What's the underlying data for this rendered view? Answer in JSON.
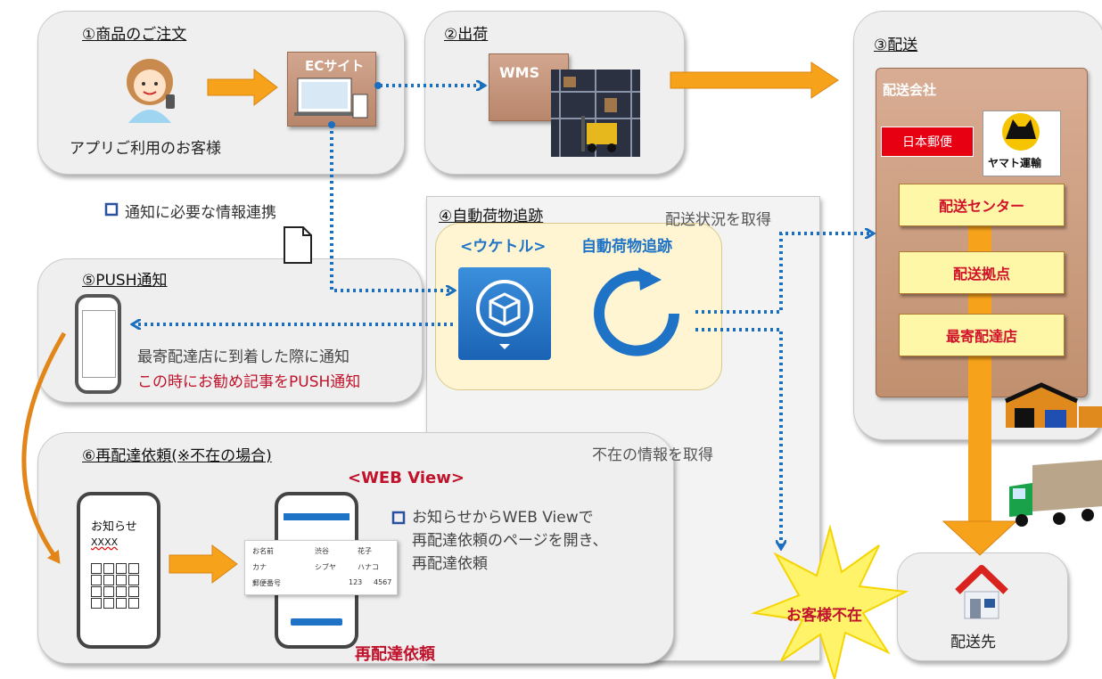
{
  "panels": {
    "order": {
      "title": "①商品のご注文",
      "customer_label": "アプリご利用のお客様",
      "ec_label": "ECサイト"
    },
    "ship": {
      "title": "②出荷",
      "wms_label": "WMS"
    },
    "delivery": {
      "title": "③配送",
      "company_label": "配送会社",
      "japanpost_logo": "日本郵便",
      "yamato_logo": "ヤマト運輸",
      "center": "配送センター",
      "hub": "配送拠点",
      "nearest": "最寄配達店"
    },
    "tracking": {
      "title": "④自動荷物追跡",
      "app_label": "<ウケトル>",
      "tracking_label": "自動荷物追跡"
    },
    "push": {
      "title": "⑤PUSH通知",
      "line1": "最寄配達店に到着した際に通知",
      "line2": "この時にお勧め記事をPUSH通知"
    },
    "redeliver": {
      "title": "⑥再配達依頼(※不在の場合)",
      "webview_label": "<WEB View>",
      "bullet_text": "お知らせからWEB Viewで\n再配達依頼のページを開き、\n再配達依頼",
      "phone_header": "お知らせ",
      "phone_item": "XXXX",
      "redeliver_caption": "再配達依頼"
    }
  },
  "notes": {
    "info_link": "通知に必要な情報連携",
    "get_status": "配送状況を取得",
    "get_absent": "不在の情報を取得",
    "absent_star": "お客様不在",
    "destination": "配送先"
  },
  "form": {
    "rows": [
      {
        "label": "お名前",
        "v1": "渋谷",
        "v2": "花子"
      },
      {
        "label": "カナ",
        "v1": "シブヤ",
        "v2": "ハナコ"
      },
      {
        "label": "郵便番号",
        "v1": "123",
        "v2": "4567"
      }
    ]
  },
  "colors": {
    "arrow_orange": "#f7a21b",
    "dotted_blue": "#1a6fbf",
    "accent_red": "#c0122b",
    "app_blue": "#1f73c6"
  }
}
